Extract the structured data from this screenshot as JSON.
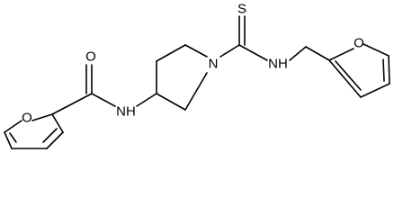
{
  "atoms": {
    "o_carbonyl": "O",
    "o_furan_left": "O",
    "nh_amide": "NH",
    "n_piperidine": "N",
    "s_thio": "S",
    "nh_thio": "NH",
    "o_furan_right": "O"
  },
  "colors": {
    "bond": "#000000",
    "background": "#ffffff"
  }
}
